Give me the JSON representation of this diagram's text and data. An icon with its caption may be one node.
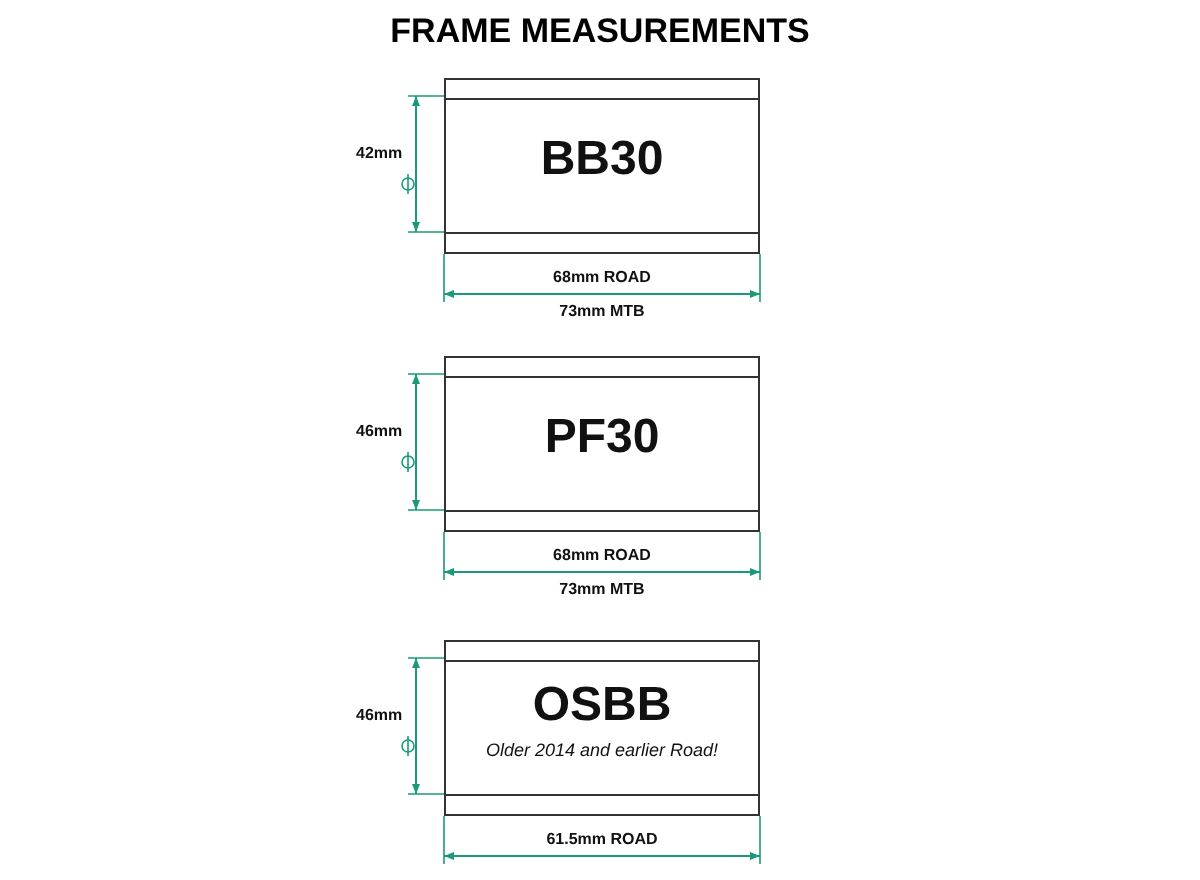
{
  "diagram": {
    "title": "FRAME MEASUREMENTS",
    "nodes": [
      {
        "text": [
          "BB30"
        ]
      },
      {
        "text": [
          "PF30"
        ]
      },
      {
        "text": [
          "OSBB",
          "Older 2014 and earlier Road!"
        ]
      }
    ],
    "labels": [
      "42mm",
      "68mm ROAD",
      "73mm MTB",
      "46mm",
      "68mm ROAD",
      "73mm MTB",
      "46mm",
      "61.5mm ROAD"
    ]
  }
}
